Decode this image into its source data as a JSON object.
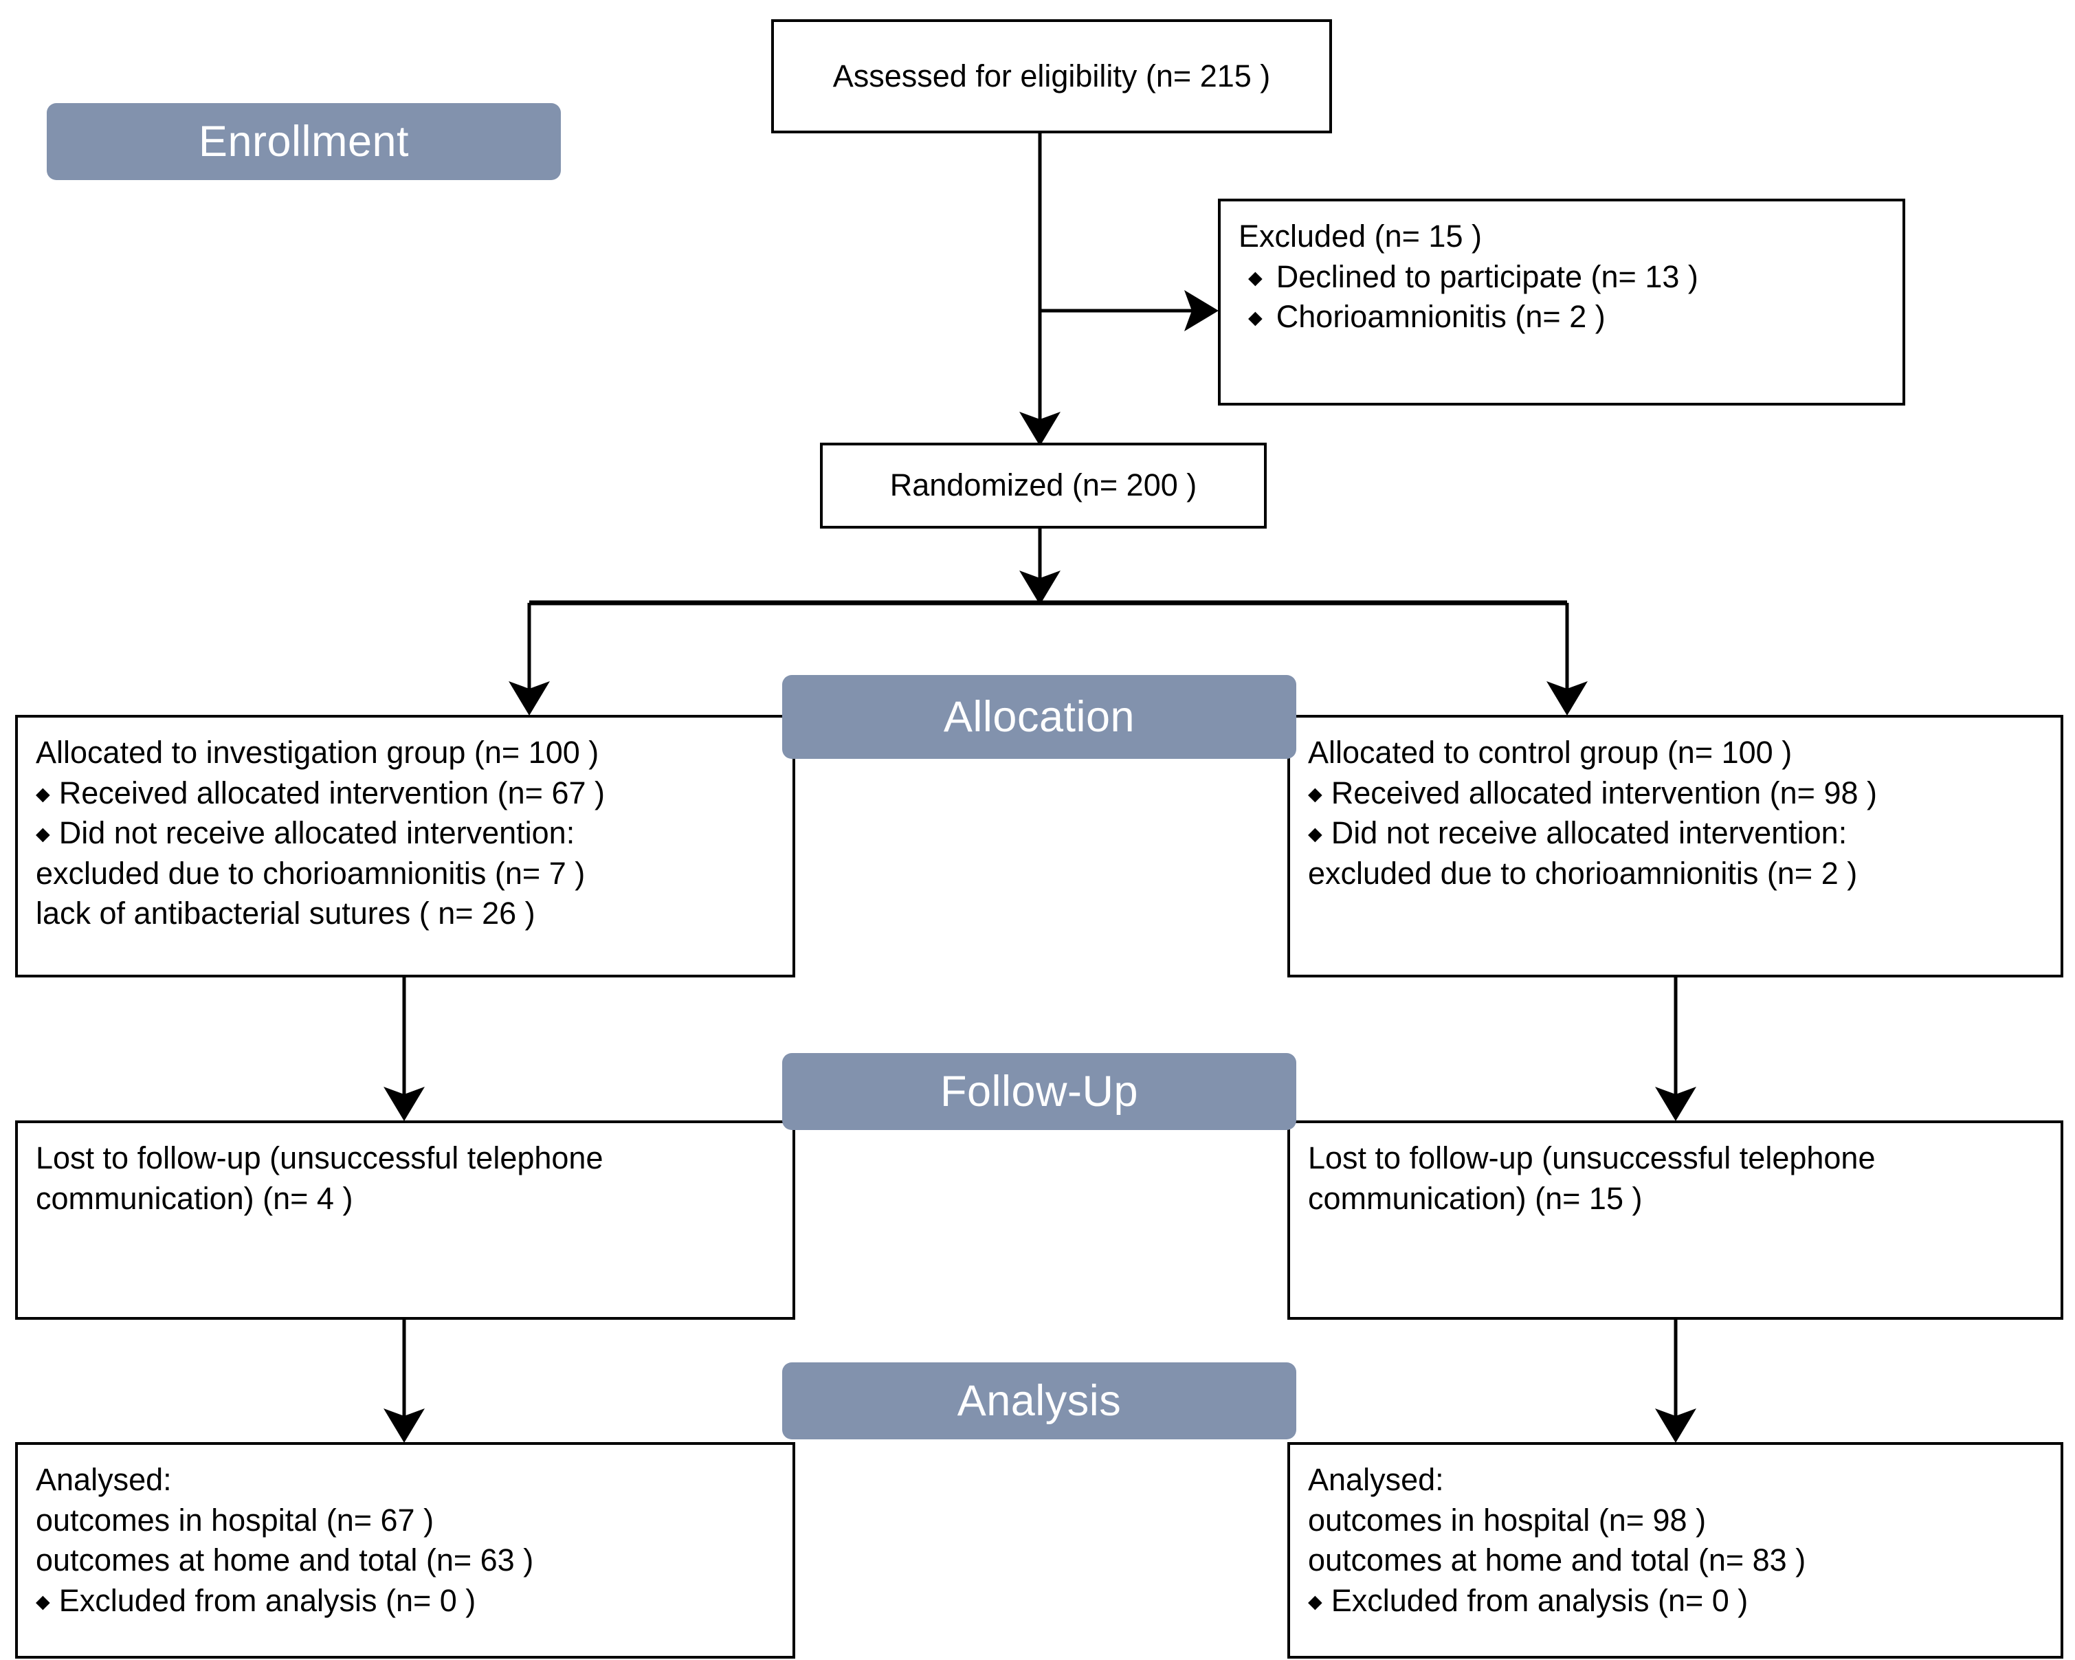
{
  "diagram": {
    "title": "CONSORT participant flow diagram",
    "accent_color": "#8292ad",
    "line_color": "#000000",
    "background": "#ffffff"
  },
  "stages": {
    "enrollment": "Enrollment",
    "allocation": "Allocation",
    "follow_up": "Follow-Up",
    "analysis": "Analysis"
  },
  "boxes": {
    "assessed": {
      "lines": [
        "Assessed for eligibility (n= 215 )"
      ]
    },
    "excluded": {
      "lines": [
        "Excluded  (n= 15 )",
        "Declined to participate (n= 13 )",
        "Chorioamnionitis (n= 2 )"
      ]
    },
    "randomized": {
      "lines": [
        "Randomized (n= 200 )"
      ]
    },
    "allocation_left": {
      "lines": [
        "Allocated to investigation group (n= 100 )",
        "Received allocated intervention (n= 67 )",
        "Did not receive allocated intervention:",
        "excluded due to chorioamnionitis (n= 7 )",
        "lack of antibacterial sutures ( n= 26 )"
      ]
    },
    "allocation_right": {
      "lines": [
        "Allocated to control group (n= 100 )",
        "Received allocated intervention (n= 98 )",
        "Did not receive allocated intervention:",
        "excluded due to chorioamnionitis (n= 2 )"
      ]
    },
    "followup_left": {
      "lines": [
        "Lost to follow-up (unsuccessful telephone",
        "communication) (n= 4 )"
      ]
    },
    "followup_right": {
      "lines": [
        "Lost to follow-up (unsuccessful telephone",
        "communication) (n= 15 )"
      ]
    },
    "analysis_left": {
      "lines": [
        "Analysed:",
        "outcomes in hospital (n= 67 )",
        "outcomes at home and total (n= 63 )",
        "Excluded from analysis (n= 0 )"
      ]
    },
    "analysis_right": {
      "lines": [
        "Analysed:",
        "outcomes in hospital (n= 98 )",
        "outcomes at home and total (n= 83 )",
        "Excluded from analysis (n= 0 )"
      ]
    }
  },
  "chart_data": {
    "type": "flowchart",
    "title": "CONSORT participant flow diagram",
    "nodes": [
      {
        "id": "assessed",
        "stage": "Enrollment",
        "label": "Assessed for eligibility",
        "n": 215
      },
      {
        "id": "excluded",
        "stage": "Enrollment",
        "label": "Excluded",
        "n": 15,
        "reasons": [
          {
            "label": "Declined to participate",
            "n": 13
          },
          {
            "label": "Chorioamnionitis",
            "n": 2
          }
        ]
      },
      {
        "id": "randomized",
        "stage": "Enrollment",
        "label": "Randomized",
        "n": 200
      },
      {
        "id": "allocation_left",
        "stage": "Allocation",
        "label": "Allocated to investigation group",
        "n": 100,
        "details": [
          {
            "label": "Received allocated intervention",
            "n": 67
          },
          {
            "label": "Did not receive allocated intervention: excluded due to chorioamnionitis",
            "n": 7
          },
          {
            "label": "lack of antibacterial sutures",
            "n": 26
          }
        ]
      },
      {
        "id": "allocation_right",
        "stage": "Allocation",
        "label": "Allocated to control group",
        "n": 100,
        "details": [
          {
            "label": "Received allocated intervention",
            "n": 98
          },
          {
            "label": "Did not receive allocated intervention: excluded due to chorioamnionitis",
            "n": 2
          }
        ]
      },
      {
        "id": "followup_left",
        "stage": "Follow-Up",
        "label": "Lost to follow-up (unsuccessful telephone communication)",
        "n": 4
      },
      {
        "id": "followup_right",
        "stage": "Follow-Up",
        "label": "Lost to follow-up (unsuccessful telephone communication)",
        "n": 15
      },
      {
        "id": "analysis_left",
        "stage": "Analysis",
        "label": "Analysed",
        "details": [
          {
            "label": "outcomes in hospital",
            "n": 67
          },
          {
            "label": "outcomes at home and total",
            "n": 63
          },
          {
            "label": "Excluded from analysis",
            "n": 0
          }
        ]
      },
      {
        "id": "analysis_right",
        "stage": "Analysis",
        "label": "Analysed",
        "details": [
          {
            "label": "outcomes in hospital",
            "n": 98
          },
          {
            "label": "outcomes at home and total",
            "n": 83
          },
          {
            "label": "Excluded from analysis",
            "n": 0
          }
        ]
      }
    ],
    "edges": [
      {
        "from": "assessed",
        "to": "excluded",
        "type": "branch-right"
      },
      {
        "from": "assessed",
        "to": "randomized",
        "type": "straight-down"
      },
      {
        "from": "randomized",
        "to": "allocation_left",
        "type": "split-left"
      },
      {
        "from": "randomized",
        "to": "allocation_right",
        "type": "split-right"
      },
      {
        "from": "allocation_left",
        "to": "followup_left",
        "type": "straight-down"
      },
      {
        "from": "allocation_right",
        "to": "followup_right",
        "type": "straight-down"
      },
      {
        "from": "followup_left",
        "to": "analysis_left",
        "type": "straight-down"
      },
      {
        "from": "followup_right",
        "to": "analysis_right",
        "type": "straight-down"
      }
    ]
  }
}
